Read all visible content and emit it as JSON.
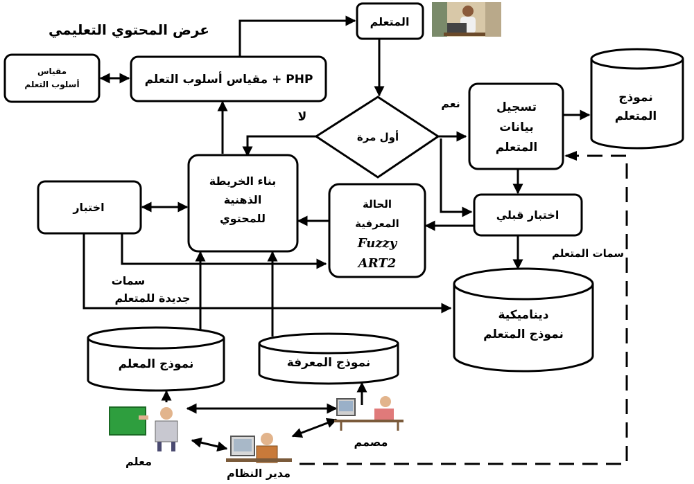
{
  "title": "عرض المحتوي التعليمي",
  "nodes": {
    "learner": "المتعلم",
    "style_measure_php": "مقياس أسلوب التعلم + PHP",
    "style_measure_small_1": "مقياس",
    "style_measure_small_2": "أسلوب التعلم",
    "first_time": "أول مرة",
    "register_1": "تسجيل",
    "register_2": "بيانات",
    "register_3": "المتعلم",
    "learner_model_1": "نموذج",
    "learner_model_2": "المتعلم",
    "mindmap_1": "بناء الخريطة",
    "mindmap_2": "الذهنية",
    "mindmap_3": "للمحتوي",
    "test": "اختبار",
    "cognitive_1": "الحالة",
    "cognitive_2": "المعرفية",
    "cognitive_3": "Fuzzy",
    "cognitive_4": "ART2",
    "pretest": "اختبار قبلي",
    "dynamic_1": "ديناميكية",
    "dynamic_2": "نموذج المتعلم",
    "teacher_model": "نموذج المعلم",
    "knowledge_model": "نموذج المعرفة"
  },
  "labels": {
    "yes": "نعم",
    "no": "لا",
    "learner_traits": "سمات المتعلم",
    "new_traits_1": "سمات",
    "new_traits_2": "جديدة للمتعلم",
    "teacher": "معلم",
    "designer": "مصمم",
    "admin": "مدير النظام"
  },
  "icons": [
    "student-laptop-icon",
    "teacher-board-icon",
    "admin-computer-icon",
    "designer-computer-icon"
  ]
}
